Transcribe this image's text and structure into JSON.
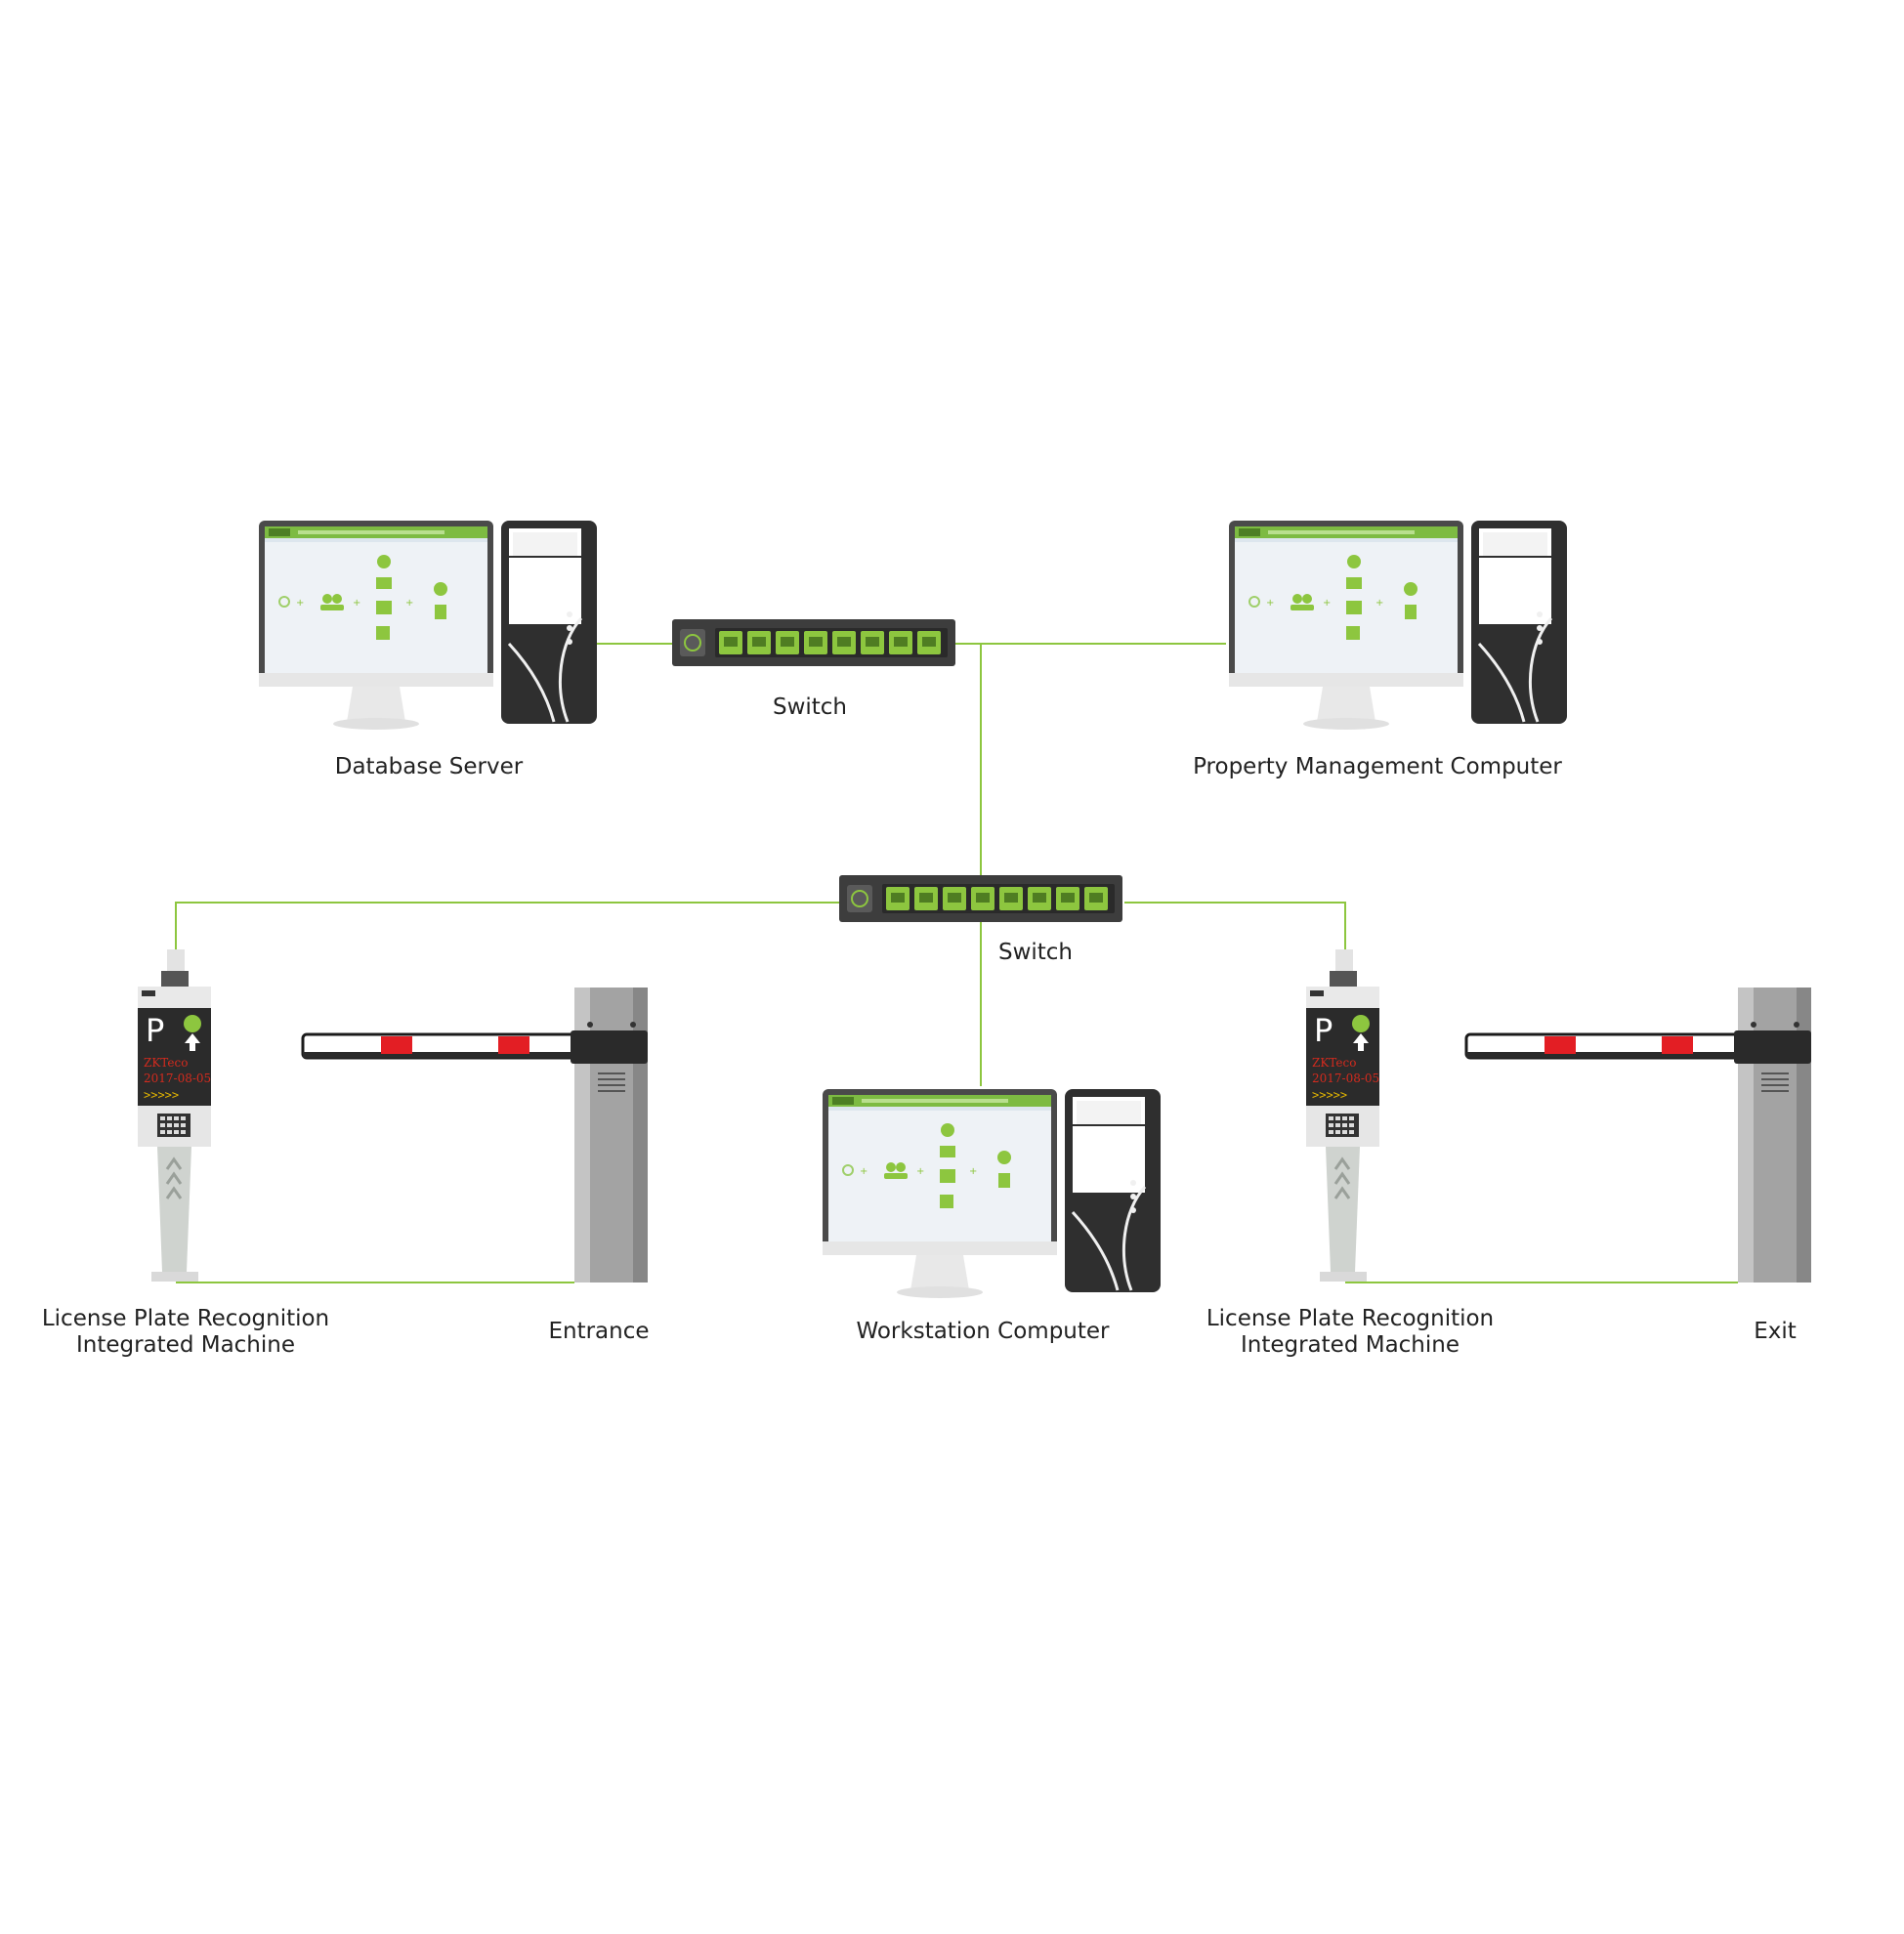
{
  "colors": {
    "link": "#8dc63f",
    "switch_body": "#3d3d3d",
    "port": "#8dc63f",
    "monitor_frame": "#4a4a4a",
    "screen": "#eef2f6",
    "software_header": "#7dbb42",
    "tower": "#2f2f2f",
    "barrier_cabinet": "#9a9a9a",
    "boom_stripe": "#e31e24",
    "terminal_display": "#2b2b2b",
    "terminal_text": "#d42b1e"
  },
  "nodes": {
    "database_server": {
      "label": "Database Server",
      "icon": "desktop-computer-icon"
    },
    "property_management_computer": {
      "label": "Property Management Computer",
      "icon": "desktop-computer-icon"
    },
    "switch_top": {
      "label": "Switch",
      "icon": "network-switch-icon"
    },
    "switch_bottom": {
      "label": "Switch",
      "icon": "network-switch-icon"
    },
    "workstation_computer": {
      "label": "Workstation Computer",
      "icon": "desktop-computer-icon"
    },
    "lpr_left": {
      "label_line1": "License Plate Recognition",
      "label_line2": "Integrated Machine",
      "icon": "lpr-terminal-icon"
    },
    "lpr_right": {
      "label_line1": "License Plate Recognition",
      "label_line2": "Integrated Machine",
      "icon": "lpr-terminal-icon"
    },
    "entrance": {
      "label": "Entrance",
      "icon": "barrier-gate-icon"
    },
    "exit": {
      "label": "Exit",
      "icon": "barrier-gate-icon"
    }
  },
  "terminal_display": {
    "brand": "ZKTeco",
    "date": "2017-08-05",
    "arrows": ">>>>>",
    "parking_letter": "P"
  },
  "links": [
    [
      "database_server",
      "switch_top"
    ],
    [
      "switch_top",
      "property_management_computer"
    ],
    [
      "switch_top",
      "switch_bottom"
    ],
    [
      "switch_bottom",
      "lpr_left"
    ],
    [
      "switch_bottom",
      "lpr_right"
    ],
    [
      "switch_bottom",
      "workstation_computer"
    ],
    [
      "lpr_left",
      "entrance"
    ],
    [
      "lpr_right",
      "exit"
    ]
  ]
}
